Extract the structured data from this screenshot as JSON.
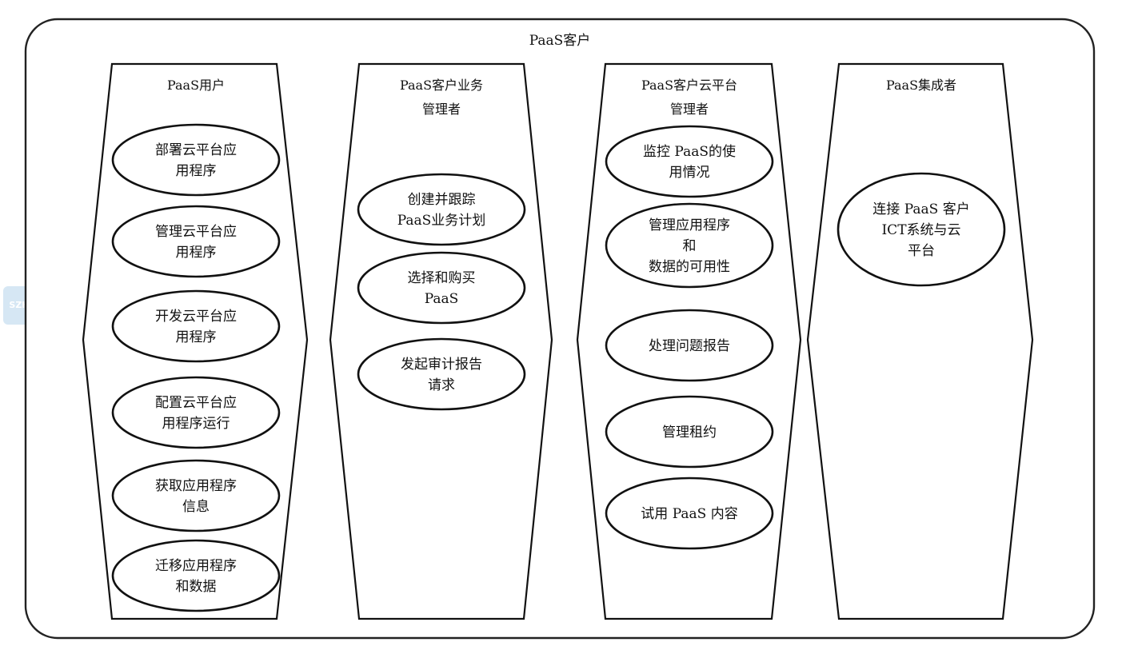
{
  "diagram": {
    "title": "PaaS客户",
    "watermark": "SZHC",
    "columns": [
      {
        "title": [
          "PaaS用户"
        ],
        "items": [
          [
            "部署云平台应",
            "用程序"
          ],
          [
            "管理云平台应",
            "用程序"
          ],
          [
            "开发云平台应",
            "用程序"
          ],
          [
            "配置云平台应",
            "用程序运行"
          ],
          [
            "获取应用程序",
            "信息"
          ],
          [
            "迁移应用程序",
            "和数据"
          ]
        ]
      },
      {
        "title": [
          "PaaS客户业务",
          "管理者"
        ],
        "items": [
          [
            "创建并跟踪",
            "PaaS业务计划"
          ],
          [
            "选择和购买",
            "PaaS"
          ],
          [
            "发起审计报告",
            "请求"
          ]
        ]
      },
      {
        "title": [
          "PaaS客户云平台",
          "管理者"
        ],
        "items": [
          [
            "监控 PaaS的使",
            "用情况"
          ],
          [
            "管理应用程序",
            "和",
            "数据的可用性"
          ],
          [
            "处理问题报告"
          ],
          [
            "管理租约"
          ],
          [
            "试用 PaaS 内容"
          ]
        ]
      },
      {
        "title": [
          "PaaS集成者"
        ],
        "items": [
          [
            "连接 PaaS 客户",
            "ICT系统与云",
            "平台"
          ]
        ]
      }
    ]
  }
}
